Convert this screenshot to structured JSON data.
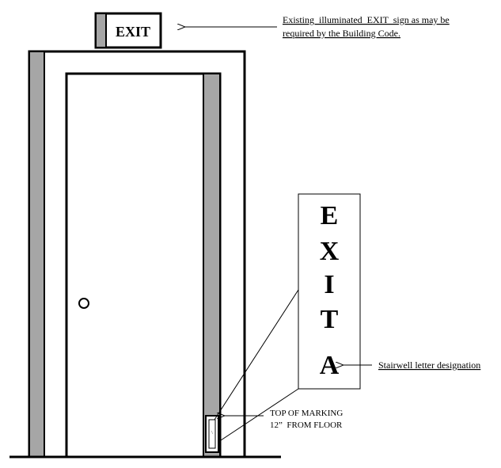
{
  "exit_sign": {
    "label": "EXIT"
  },
  "annotations": {
    "exit_sign_note_line1": "Existing  illuminated  EXIT  sign as may be",
    "exit_sign_note_line2": "required by the Building Code.",
    "stairwell_note": "Stairwell letter designation",
    "marking_note_line1": "TOP OF MARKING",
    "marking_note_line2": "12”  FROM FLOOR"
  },
  "marking_detail": {
    "letters": [
      "E",
      "X",
      "I",
      "T",
      "A"
    ]
  },
  "colors": {
    "outline": "#000000",
    "frame_gray": "#a6a6a6",
    "background": "#ffffff"
  }
}
